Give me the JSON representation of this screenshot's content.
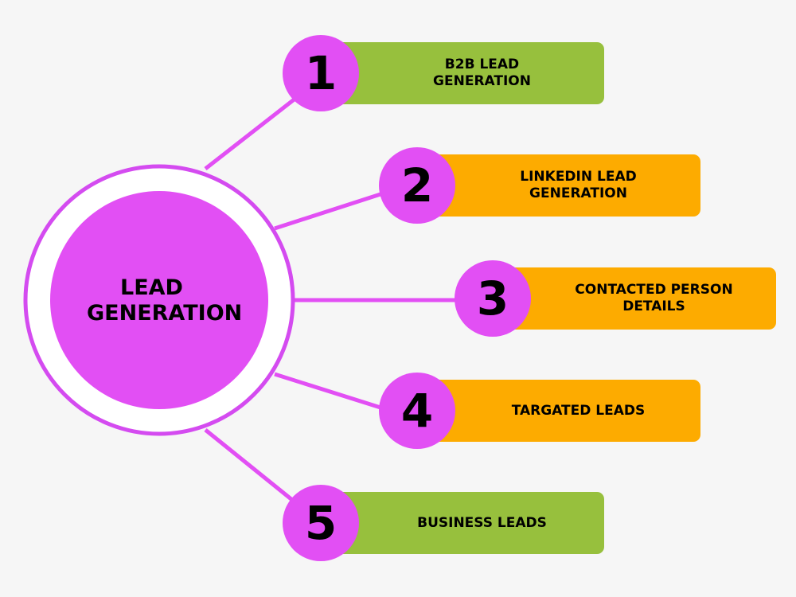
{
  "center": {
    "line1": "LEAD",
    "line2": "GENERATION"
  },
  "colors": {
    "purple": "#e24ff4",
    "ring": "#d44bf0",
    "green": "#97c03d",
    "orange": "#fdab00",
    "background": "#f6f6f6"
  },
  "items": [
    {
      "number": "1",
      "line1": "B2B LEAD",
      "line2": "GENERATION",
      "color": "green"
    },
    {
      "number": "2",
      "line1": "LINKEDIN LEAD",
      "line2": "GENERATION",
      "color": "orange"
    },
    {
      "number": "3",
      "line1": "CONTACTED PERSON",
      "line2": "DETAILS",
      "color": "orange"
    },
    {
      "number": "4",
      "line1": "TARGATED LEADS",
      "line2": "",
      "color": "orange"
    },
    {
      "number": "5",
      "line1": "BUSINESS LEADS",
      "line2": "",
      "color": "green"
    }
  ]
}
